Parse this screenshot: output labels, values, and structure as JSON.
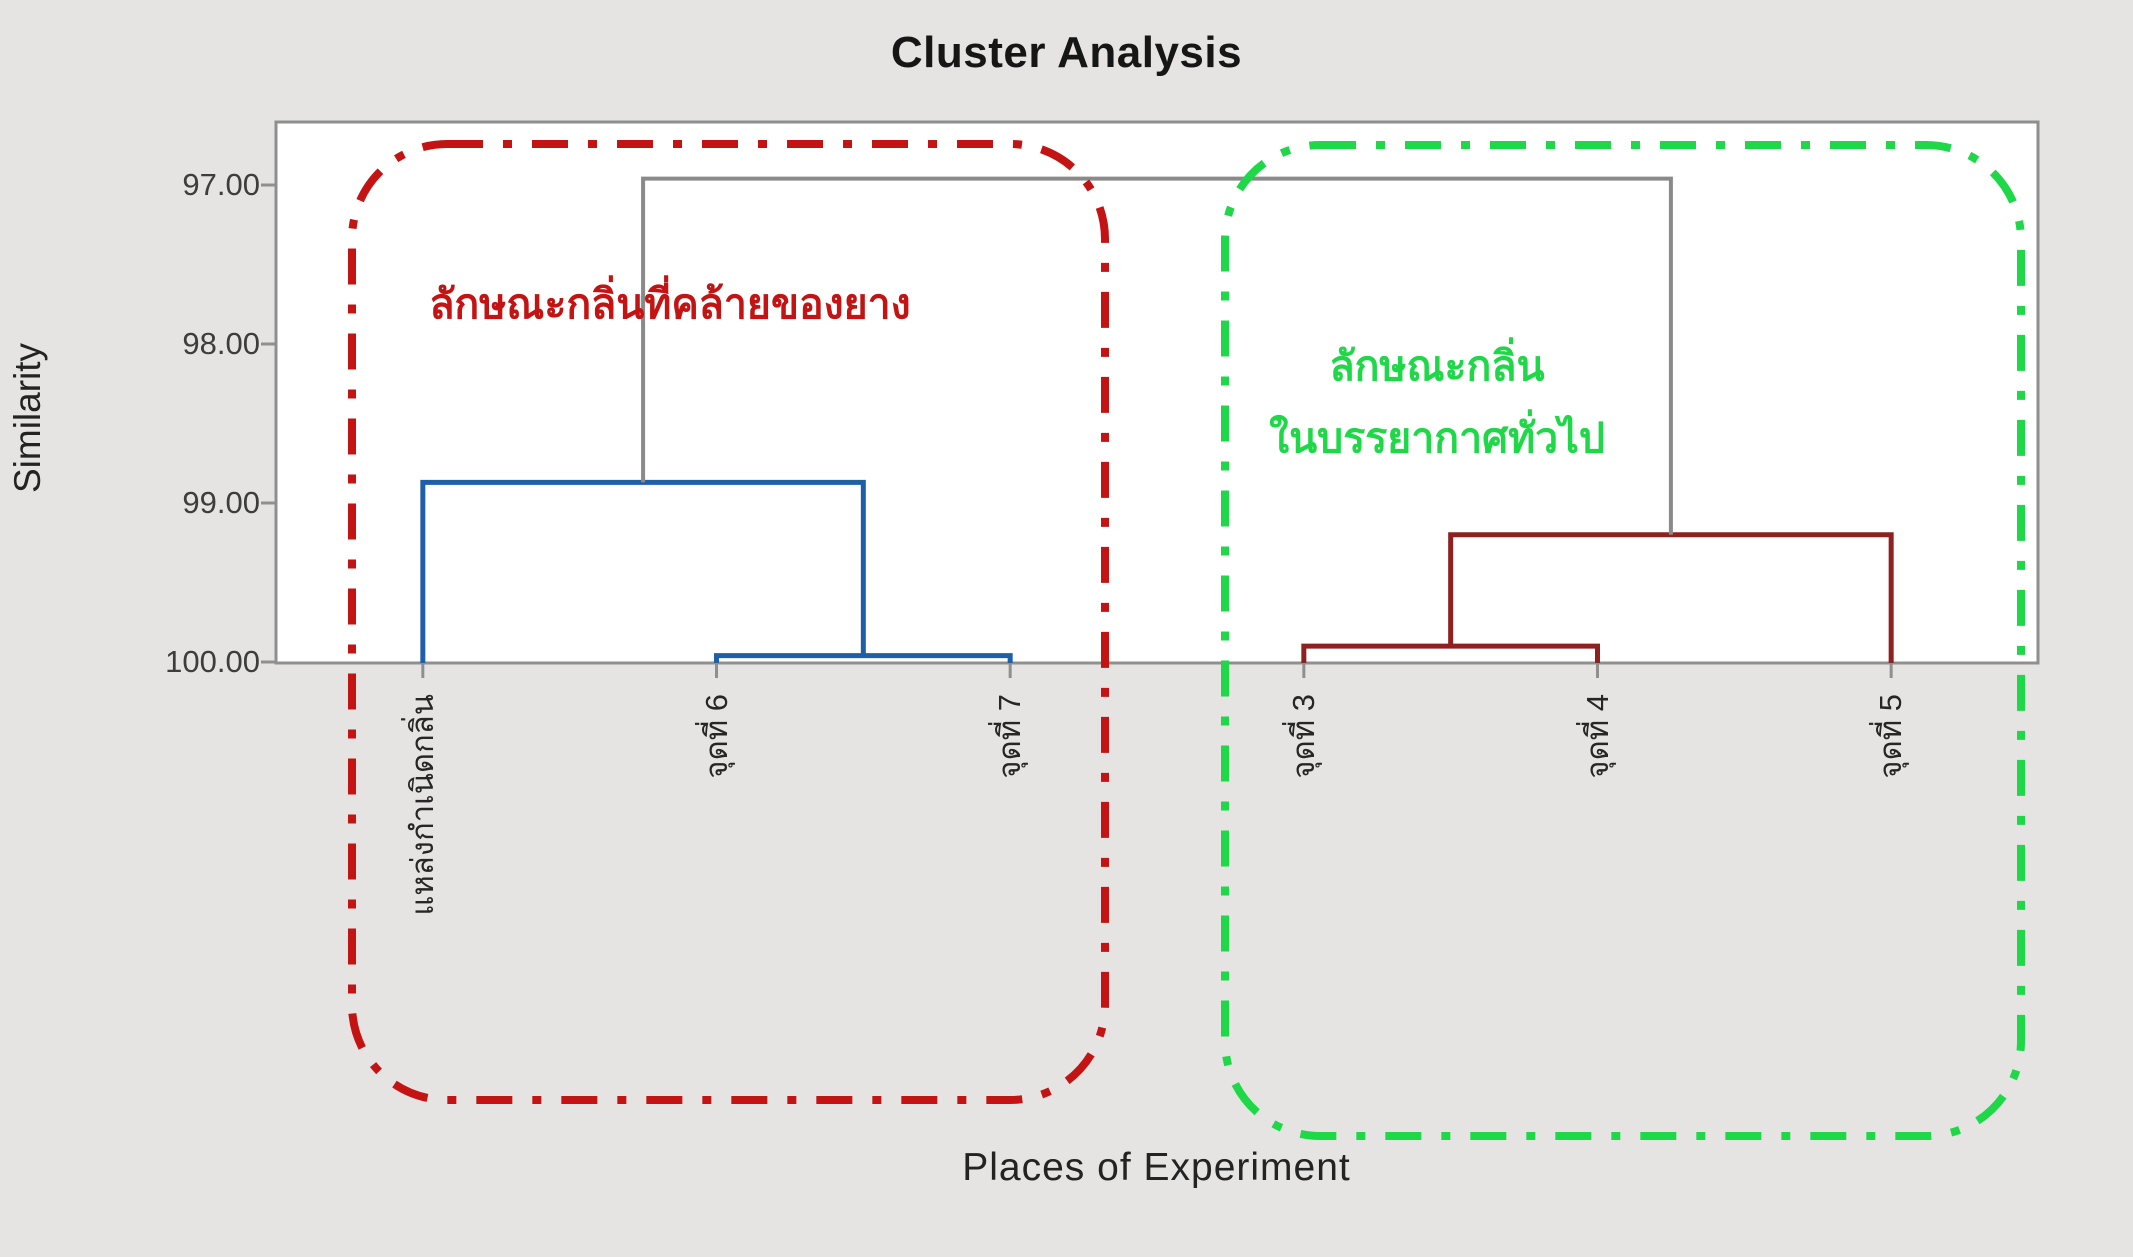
{
  "title": "Cluster Analysis",
  "y_axis_label": "Similarity",
  "x_axis_label": "Places of Experiment",
  "annotations": {
    "red": {
      "text": "ลักษณะกลิ่นที่คล้ายของยาง",
      "color": "#c31313"
    },
    "green": {
      "line1": "ลักษณะกลิ่น",
      "line2": "ในบรรยากาศทั่วไป",
      "color": "#1fd848"
    }
  },
  "chart_data": {
    "type": "dendrogram",
    "title": "Cluster Analysis",
    "xlabel": "Places of Experiment",
    "ylabel": "Similarity",
    "y_axis": {
      "ticks": [
        97,
        98,
        99,
        100
      ],
      "tick_labels": [
        "97.00",
        "98.00",
        "99.00",
        "100.00"
      ],
      "range": [
        97,
        100
      ],
      "orientation": "similarity increases downward, 97.00 at top, 100.00 at axis"
    },
    "leaves": [
      "แหล่งกำเนิดกลิ่น",
      "จุดที่ 6",
      "จุดที่ 7",
      "จุดที่ 3",
      "จุดที่ 4",
      "จุดที่ 5"
    ],
    "merges": [
      {
        "left": "L1",
        "right": "L2",
        "similarity": 99.96,
        "color": "#1f5fa8"
      },
      {
        "left": "L0",
        "right": "M0",
        "similarity": 98.87,
        "color": "#1f5fa8"
      },
      {
        "left": "L3",
        "right": "L4",
        "similarity": 99.9,
        "color": "#8e2020"
      },
      {
        "left": "M2",
        "right": "L5",
        "similarity": 99.2,
        "color": "#8e2020"
      },
      {
        "left": "M1",
        "right": "M3",
        "similarity": 96.96,
        "color": "#8a8a8a"
      }
    ],
    "clusters": [
      {
        "label": "ลักษณะกลิ่นที่คล้ายของยาง",
        "members": [
          "แหล่งกำเนิดกลิ่น",
          "จุดที่ 6",
          "จุดที่ 7"
        ],
        "box_color": "#c31313",
        "box_style": "dash-dot rounded rectangle"
      },
      {
        "label": "ลักษณะกลิ่น ในบรรยากาศทั่วไป",
        "members": [
          "จุดที่ 3",
          "จุดที่ 4",
          "จุดที่ 5"
        ],
        "box_color": "#1fd848",
        "box_style": "dash-dot rounded rectangle"
      }
    ],
    "colors": {
      "left_cluster_lines": "#1f5fa8",
      "right_cluster_lines": "#8e2020",
      "root_lines": "#8a8a8a",
      "frame": "#8f8f8f",
      "plot_background": "#ffffff",
      "page_background": "#e5e4e2"
    }
  }
}
